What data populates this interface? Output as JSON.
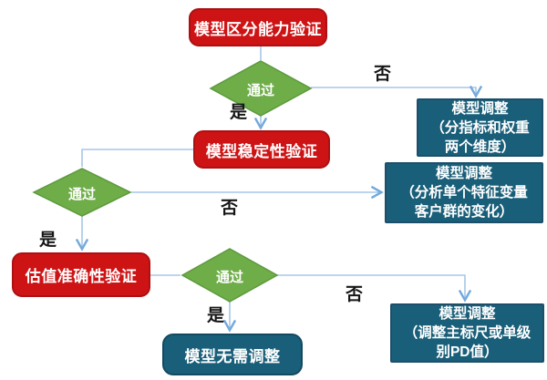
{
  "diagram": {
    "type": "flowchart",
    "nodes": {
      "red1": {
        "label": "模型区分能力验证",
        "shape": "rounded-rect",
        "color": "red"
      },
      "diamond1": {
        "label": "通过",
        "shape": "diamond",
        "color": "green"
      },
      "teal1": {
        "label": "模型调整\n（分指标和权重\n两个维度）",
        "shape": "rect",
        "color": "teal"
      },
      "red2": {
        "label": "模型稳定性验证",
        "shape": "rounded-rect",
        "color": "red"
      },
      "diamond2": {
        "label": "通过",
        "shape": "diamond",
        "color": "green"
      },
      "teal2": {
        "label": "模型调整\n（分析单个特征变量\n客户群的变化）",
        "shape": "rect",
        "color": "teal"
      },
      "red3": {
        "label": "估值准确性验证",
        "shape": "rounded-rect",
        "color": "red"
      },
      "diamond3": {
        "label": "通过",
        "shape": "diamond",
        "color": "green"
      },
      "teal3": {
        "label": "模型调整\n（调整主标尺或单级\n别PD值）",
        "shape": "rect",
        "color": "teal"
      },
      "teal4": {
        "label": "模型无需调整",
        "shape": "rounded-rect",
        "color": "teal"
      }
    },
    "edge_labels": {
      "no1": "否",
      "yes1": "是",
      "no2": "否",
      "yes2": "是",
      "no3": "否",
      "yes3": "是"
    },
    "edges": [
      {
        "from": "red1",
        "to": "diamond1"
      },
      {
        "from": "diamond1",
        "to": "teal1",
        "label": "否"
      },
      {
        "from": "diamond1",
        "to": "red2",
        "label": "是"
      },
      {
        "from": "red2",
        "to": "diamond2"
      },
      {
        "from": "diamond2",
        "to": "teal2",
        "label": "否"
      },
      {
        "from": "diamond2",
        "to": "red3",
        "label": "是"
      },
      {
        "from": "red3",
        "to": "diamond3"
      },
      {
        "from": "diamond3",
        "to": "teal3",
        "label": "否"
      },
      {
        "from": "diamond3",
        "to": "teal4",
        "label": "是"
      }
    ],
    "colors": {
      "red_fill": "#CE1315",
      "red_border": "#AC1012",
      "green_fill": "#6FAD49",
      "green_border": "#5C9A3D",
      "teal_fill": "#1A5F79",
      "teal_border": "#1D4E6A",
      "connector_line": "#A5C7E8",
      "arrowhead": "#74A9DC",
      "node_text": "#FFFFFF",
      "edge_label_text": "#161616",
      "background": "#FFFFFF"
    }
  }
}
